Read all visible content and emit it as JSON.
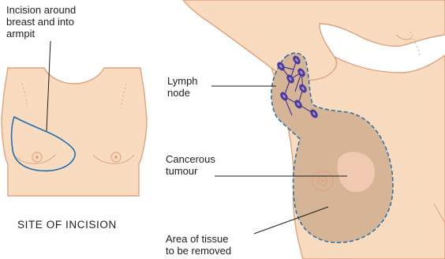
{
  "labels": {
    "incision": "Incision around\nbreast and into\narmpit",
    "lymph_node": "Lymph\nnode",
    "tumour": "Cancerous\ntumour",
    "tissue": "Area of tissue\nto be removed",
    "site_caption": "SITE OF INCISION"
  },
  "colors": {
    "skin": "#f9dcbf",
    "skin_outline": "#e0a27f",
    "removal_area": "#d6b496",
    "removal_outline": "#2e72a8",
    "tumour": "#f1c8b0",
    "lymph_node": "#4d3a9a",
    "lymph_vessel": "#4a3b8f",
    "incision_line": "#1f6fb2",
    "nipple": "#e6a183",
    "leader_line": "#1e1e1e"
  },
  "icons": {
    "lymph_node": "lymph-node-icon",
    "nipple": "nipple-icon"
  }
}
